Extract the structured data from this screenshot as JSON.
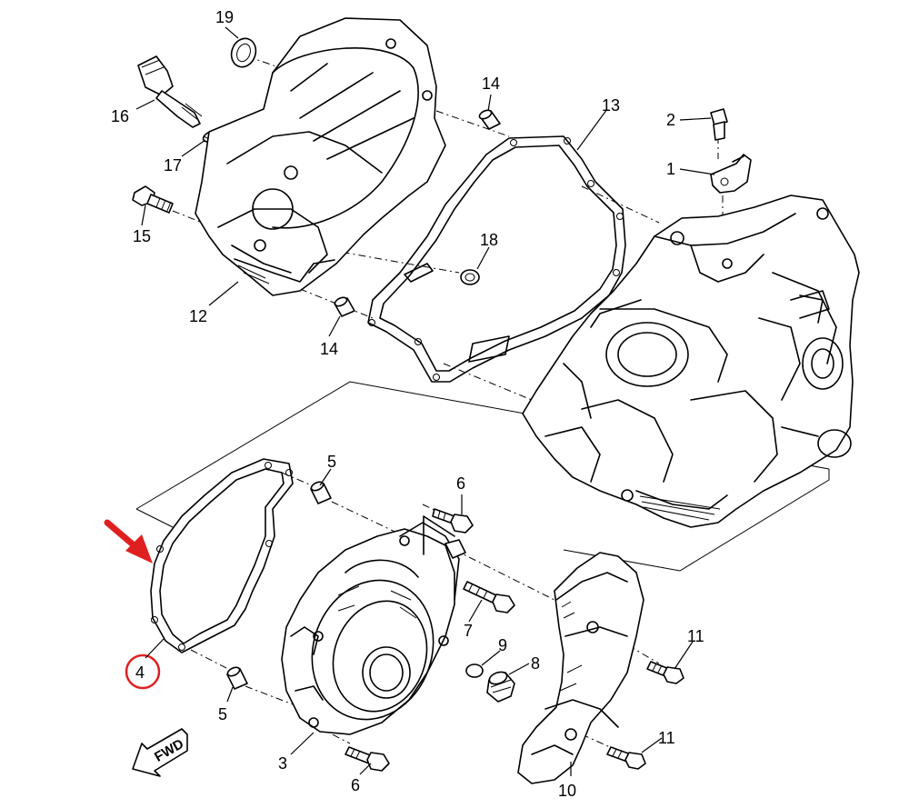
{
  "diagram": {
    "accent_color": "#e02020",
    "highlighted_part": "4",
    "direction_badge": "FWD",
    "labels": {
      "p1": "1",
      "p2": "2",
      "p3": "3",
      "p4": "4",
      "p5a": "5",
      "p5b": "5",
      "p6a": "6",
      "p6b": "6",
      "p7": "7",
      "p8": "8",
      "p9": "9",
      "p10": "10",
      "p11a": "11",
      "p11b": "11",
      "p12": "12",
      "p13": "13",
      "p14a": "14",
      "p14b": "14",
      "p15": "15",
      "p16": "16",
      "p17": "17",
      "p18": "18",
      "p19": "19"
    }
  }
}
